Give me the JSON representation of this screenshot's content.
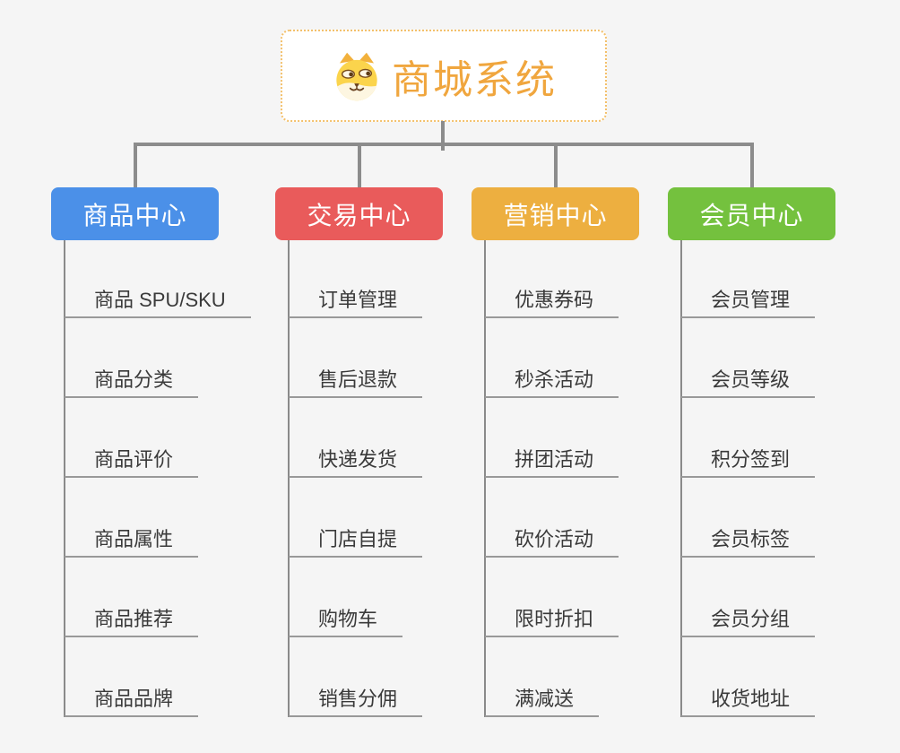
{
  "root": {
    "title": "商城系统",
    "icon": "doge-icon"
  },
  "branches": [
    {
      "label": "商品中心",
      "color": "#4b90e8",
      "children": [
        "商品 SPU/SKU",
        "商品分类",
        "商品评价",
        "商品属性",
        "商品推荐",
        "商品品牌"
      ]
    },
    {
      "label": "交易中心",
      "color": "#e95b5b",
      "children": [
        "订单管理",
        "售后退款",
        "快递发货",
        "门店自提",
        "购物车",
        "销售分佣"
      ]
    },
    {
      "label": "营销中心",
      "color": "#edaf40",
      "children": [
        "优惠券码",
        "秒杀活动",
        "拼团活动",
        "砍价活动",
        "限时折扣",
        "满减送"
      ]
    },
    {
      "label": "会员中心",
      "color": "#74c13e",
      "children": [
        "会员管理",
        "会员等级",
        "积分签到",
        "会员标签",
        "会员分组",
        "收货地址"
      ]
    }
  ],
  "colors": {
    "background": "#f5f5f5",
    "root_accent": "#f0a63e",
    "root_border": "#f3c06b",
    "connector": "#8c8c8c",
    "underline": "#999999",
    "leaf_text": "#3a3a3a"
  }
}
